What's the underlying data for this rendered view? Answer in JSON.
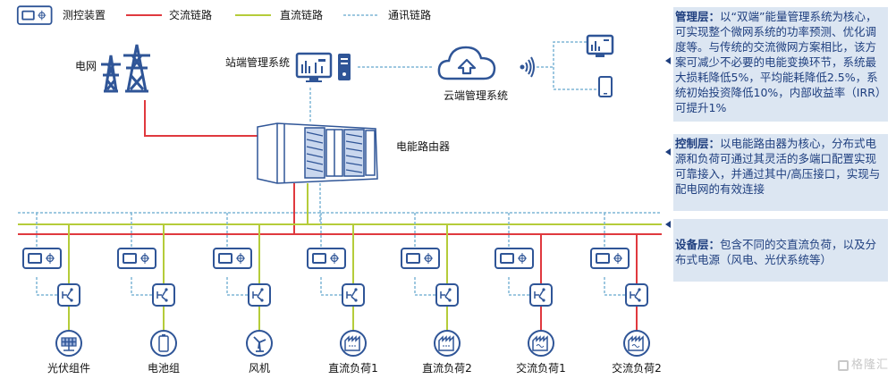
{
  "legend": {
    "items": [
      {
        "icon": "measure-control-device-icon",
        "label": "测控装置"
      },
      {
        "icon": "ac-link-line",
        "label": "交流链路",
        "color": "#e0393e"
      },
      {
        "icon": "dc-link-line",
        "label": "直流链路",
        "color": "#b5cc3a"
      },
      {
        "icon": "comm-link-dashed-line",
        "label": "通讯链路",
        "color": "#7fb6d6"
      }
    ]
  },
  "top": {
    "grid_label": "电网",
    "station_mgmt_label": "站端管理系统",
    "cloud_mgmt_label": "云端管理系统",
    "router_label": "电能路由器"
  },
  "devices": [
    {
      "label": "光伏组件",
      "icon": "solar-panel-icon",
      "link": "dc"
    },
    {
      "label": "电池组",
      "icon": "battery-icon",
      "link": "dc"
    },
    {
      "label": "风机",
      "icon": "wind-turbine-icon",
      "link": "dc"
    },
    {
      "label": "直流负荷1",
      "icon": "factory-dc-load-icon",
      "link": "dc"
    },
    {
      "label": "直流负荷2",
      "icon": "factory-dc-load-icon",
      "link": "dc"
    },
    {
      "label": "交流负荷1",
      "icon": "factory-ac-load-icon",
      "link": "ac"
    },
    {
      "label": "交流负荷2",
      "icon": "factory-ac-load-icon",
      "link": "ac"
    }
  ],
  "panels": {
    "management": {
      "title": "管理层：",
      "text": "以“双端”能量管理系统为核心，可实现整个微网系统的功率预测、优化调度等。与传统的交流微网方案相比，该方案可减少不必要的电能变换环节，系统最大损耗降低5%，平均能耗降低2.5%，系统初始投资降低10%，内部收益率（IRR）可提升1%"
    },
    "control": {
      "title": "控制层：",
      "text": "以电能路由器为核心，分布式电源和负荷可通过其灵活的多端口配置实现可靠接入，并通过其中/高压接口，实现与配电网的有效连接"
    },
    "device": {
      "title": "设备层：",
      "text": "包含不同的交直流负荷，以及分布式电源（风电、光伏系统等）"
    }
  },
  "colors": {
    "ac": "#e0393e",
    "dc": "#b5cc3a",
    "comm": "#7fb6d6",
    "icon_blue": "#2f5597",
    "panel_bg": "#dce6f2"
  },
  "watermark": "格隆汇"
}
